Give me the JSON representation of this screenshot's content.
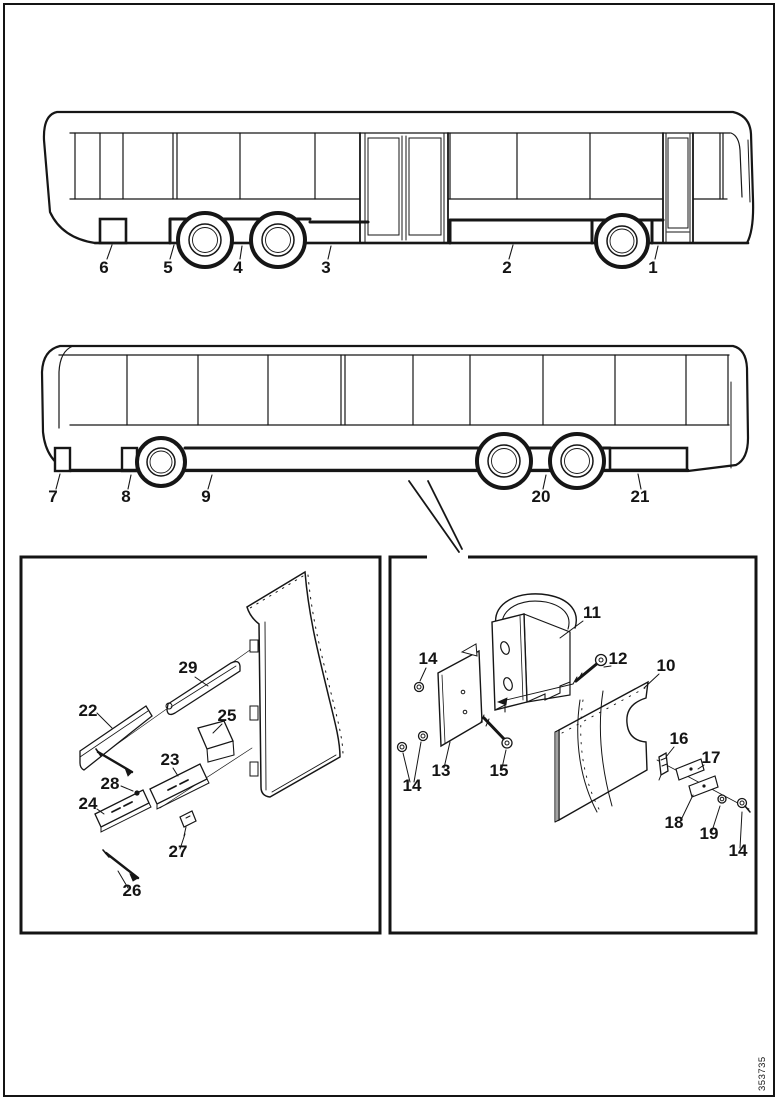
{
  "page": {
    "figure_number": "353735"
  },
  "callouts": {
    "top_bus": [
      {
        "label": "6"
      },
      {
        "label": "5"
      },
      {
        "label": "4"
      },
      {
        "label": "3"
      },
      {
        "label": "2"
      },
      {
        "label": "1"
      }
    ],
    "middle_bus": [
      {
        "label": "7"
      },
      {
        "label": "8"
      },
      {
        "label": "9"
      },
      {
        "label": "20"
      },
      {
        "label": "21"
      }
    ],
    "left_box": [
      {
        "label": "22"
      },
      {
        "label": "29"
      },
      {
        "label": "25"
      },
      {
        "label": "23"
      },
      {
        "label": "28"
      },
      {
        "label": "24"
      },
      {
        "label": "27"
      },
      {
        "label": "26"
      }
    ],
    "right_box": [
      {
        "label": "11"
      },
      {
        "label": "14"
      },
      {
        "label": "12"
      },
      {
        "label": "10"
      },
      {
        "label": "13"
      },
      {
        "label": "14"
      },
      {
        "label": "15"
      },
      {
        "label": "16"
      },
      {
        "label": "17"
      },
      {
        "label": "18"
      },
      {
        "label": "19"
      },
      {
        "label": "14"
      }
    ]
  }
}
